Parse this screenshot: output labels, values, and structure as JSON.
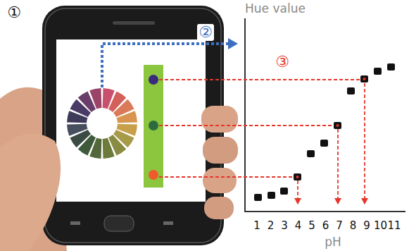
{
  "diagram": {
    "labels": [
      "①",
      "②",
      "③",
      "Hue value",
      "pH",
      "1",
      "2",
      "3",
      "4",
      "5",
      "6",
      "7",
      "8",
      "9",
      "10",
      "11"
    ]
  }
}
